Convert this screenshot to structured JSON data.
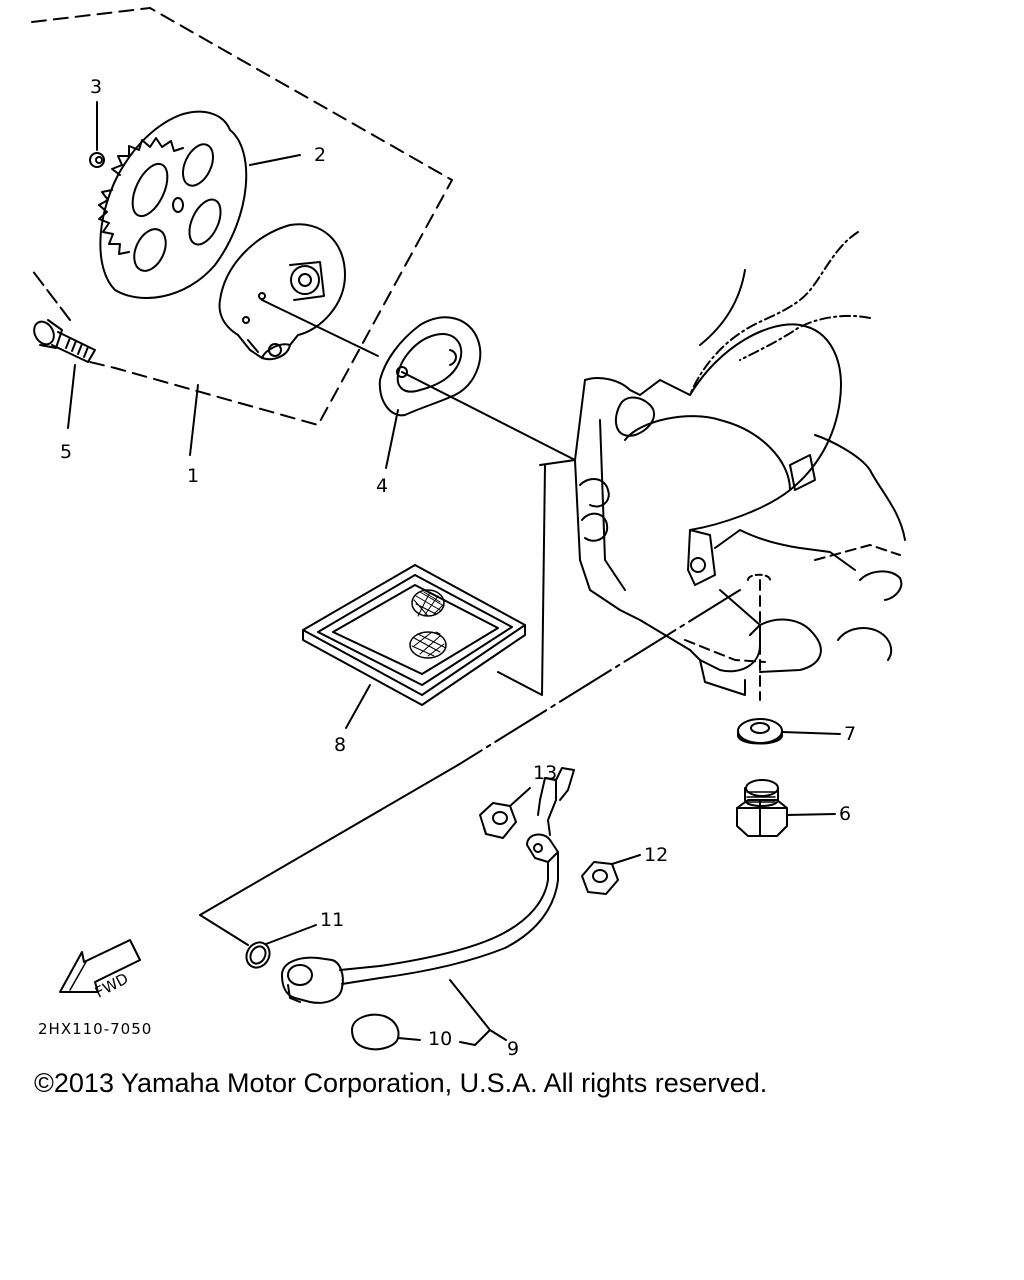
{
  "callouts": {
    "c1": "1",
    "c2": "2",
    "c3": "3",
    "c4": "4",
    "c5": "5",
    "c6": "6",
    "c7": "7",
    "c8": "8",
    "c9": "9",
    "c10": "10",
    "c11": "11",
    "c12": "12",
    "c13": "13"
  },
  "fwd_label": "FWD",
  "drawing_code": "2HX110-7050",
  "copyright": "©2013 Yamaha Motor Corporation, U.S.A. All rights reserved."
}
